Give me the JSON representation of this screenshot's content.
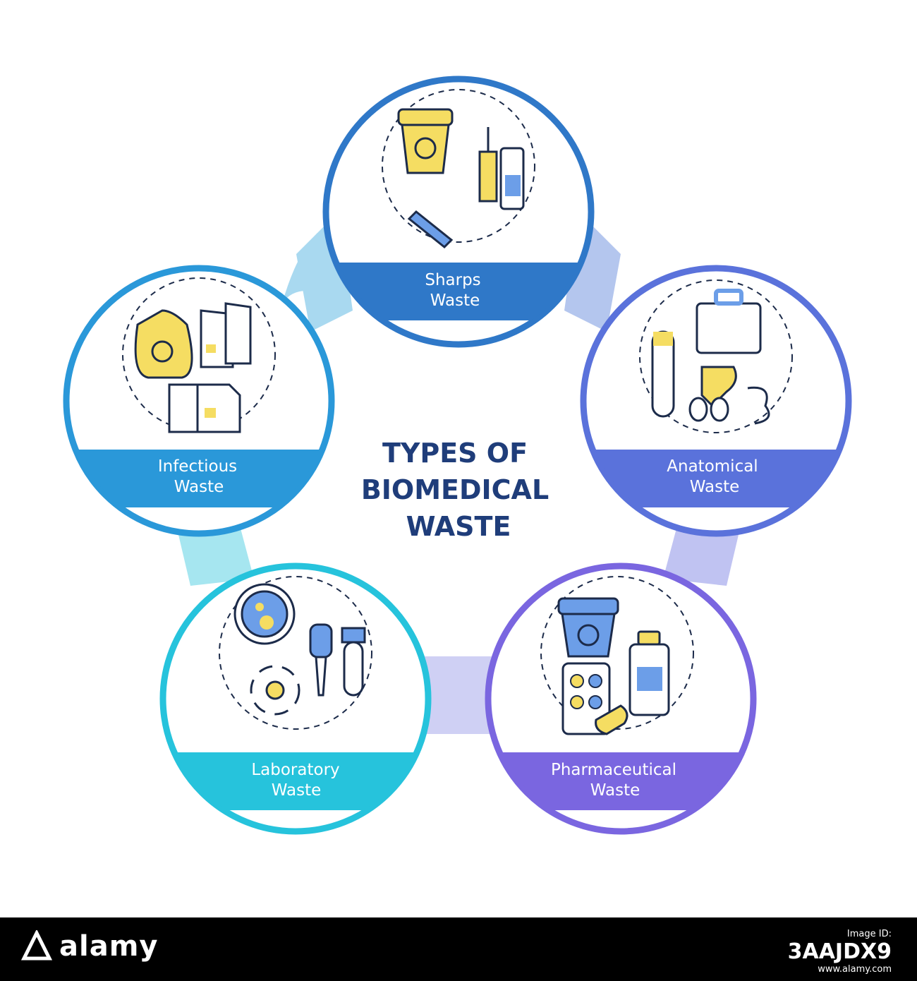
{
  "title_lines": [
    "TYPES OF",
    "BIOMEDICAL",
    "WASTE"
  ],
  "colors": {
    "title": "#1f3d7a",
    "sharps": "#2f78c8",
    "infectious": "#2a98d9",
    "anatomical": "#5a72db",
    "laboratory": "#26c3dc",
    "pharmaceutical": "#7a66e0",
    "icon_yellow": "#f5dd62",
    "icon_blue": "#6c9ee8",
    "icon_outline": "#1c2b4a"
  },
  "categories": [
    {
      "id": "sharps",
      "label_lines": [
        "Sharps",
        "Waste"
      ],
      "icon": "sharps-waste-icon"
    },
    {
      "id": "infectious",
      "label_lines": [
        "Infectious",
        "Waste"
      ],
      "icon": "infectious-waste-icon"
    },
    {
      "id": "anatomical",
      "label_lines": [
        "Anatomical",
        "Waste"
      ],
      "icon": "anatomical-waste-icon"
    },
    {
      "id": "laboratory",
      "label_lines": [
        "Laboratory",
        "Waste"
      ],
      "icon": "laboratory-waste-icon"
    },
    {
      "id": "pharmaceutical",
      "label_lines": [
        "Pharmaceutical",
        "Waste"
      ],
      "icon": "pharmaceutical-waste-icon"
    }
  ],
  "footer": {
    "logo_text": "alamy",
    "image_id_label": "Image ID:",
    "image_id": "3AAJDX9",
    "url": "www.alamy.com"
  }
}
